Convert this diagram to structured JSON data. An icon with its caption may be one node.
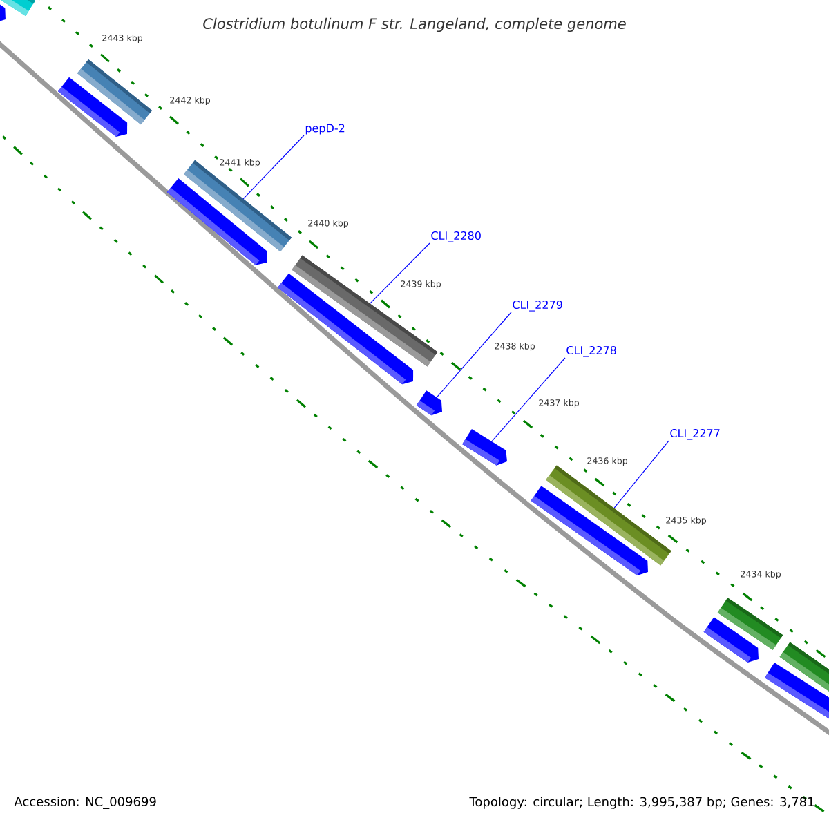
{
  "diagram": {
    "title": "Clostridium botulinum F str. Langeland, complete genome",
    "nodes": [
      {
        "text": [
          "pepD-2"
        ]
      },
      {
        "text": [
          "CLI_2280"
        ]
      },
      {
        "text": [
          "CLI_2279"
        ]
      },
      {
        "text": [
          "CLI_2278"
        ]
      },
      {
        "text": [
          "CLI_2277"
        ]
      },
      {
        "text": [],
        "shape": "bar"
      },
      {
        "text": [],
        "shape": "bar"
      },
      {
        "text": [],
        "shape": "bar"
      },
      {
        "text": [],
        "shape": "bar"
      },
      {
        "text": [],
        "shape": "bar"
      }
    ],
    "edges": [
      {
        "from": 0,
        "to": 5,
        "arrow": "none"
      },
      {
        "from": 1,
        "to": 6,
        "arrow": "none"
      },
      {
        "from": 2,
        "to": 7,
        "arrow": "none"
      },
      {
        "from": 3,
        "to": 8,
        "arrow": "none"
      },
      {
        "from": 4,
        "to": 9,
        "arrow": "none"
      }
    ],
    "labels": [
      "2443 kbp",
      "2442 kbp",
      "2441 kbp",
      "2440 kbp",
      "2439 kbp",
      "2438 kbp",
      "2437 kbp",
      "2436 kbp",
      "2435 kbp",
      "2434 kbp",
      "Accession: NC_009699",
      "Topology: circular; Length: 3,995,387 bp; Genes: 3,781"
    ]
  }
}
